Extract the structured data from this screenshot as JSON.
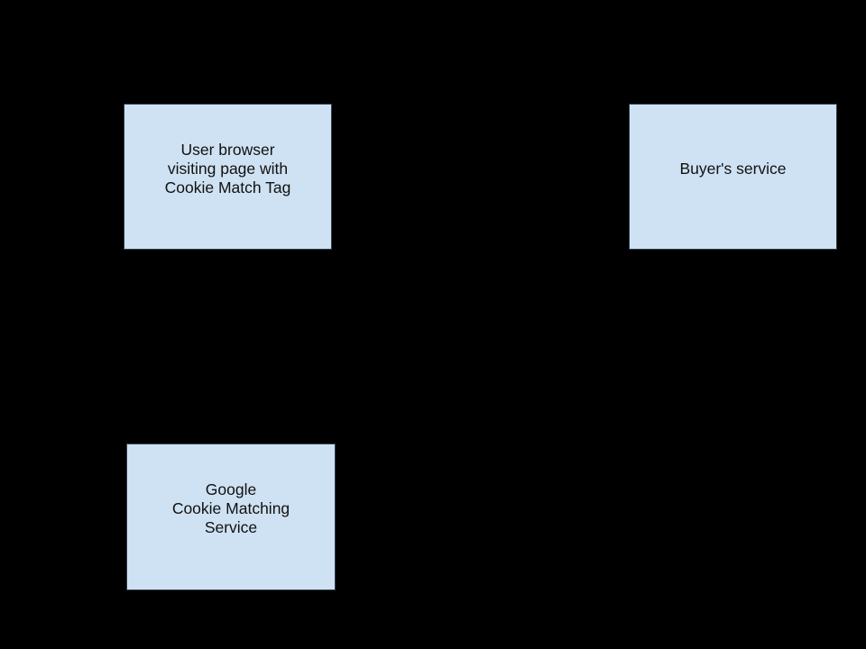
{
  "diagram": {
    "background_color": "#000000",
    "node_fill_color": "#cfe2f3",
    "node_border_color": "#2e3b49",
    "node_text_color": "#111111",
    "nodes": [
      {
        "id": "user-browser",
        "label": "User browser visiting page with Cookie Match Tag",
        "lines": [
          "User browser",
          "visiting page with",
          "Cookie Match Tag"
        ]
      },
      {
        "id": "buyers-service",
        "label": "Buyer's service",
        "lines": [
          "Buyer's service"
        ]
      },
      {
        "id": "google-cookie-matching-service",
        "label": "Google Cookie Matching Service",
        "lines": [
          "Google",
          "Cookie Matching",
          "Service"
        ]
      }
    ]
  }
}
